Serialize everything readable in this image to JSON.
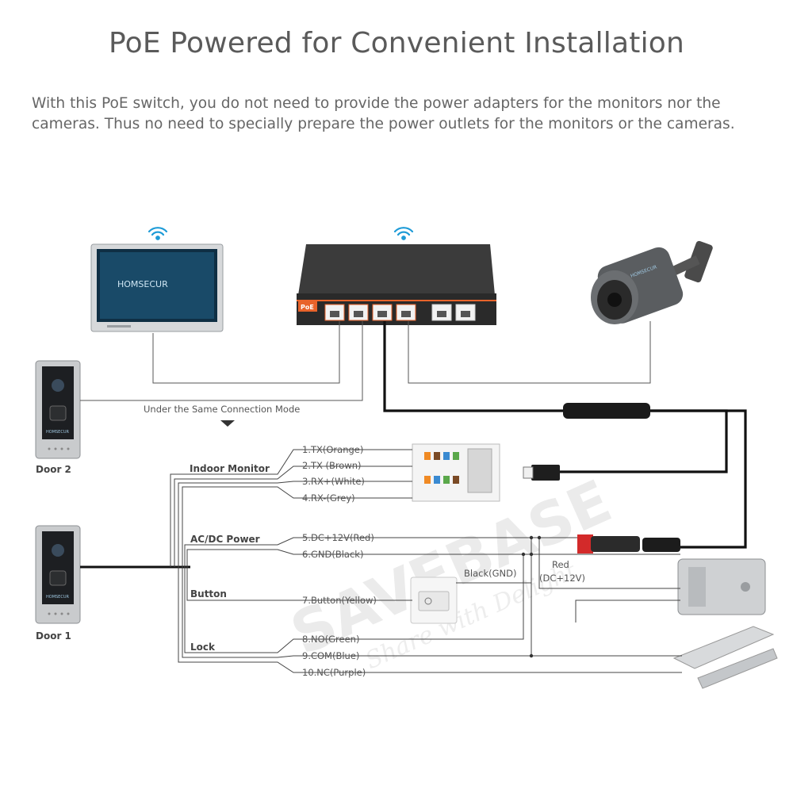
{
  "title": "PoE Powered for Convenient Installation",
  "intro_lines": [
    "With this PoE switch, you do not need to provide the power adapters for the monitors nor the",
    "cameras. Thus no need to specially prepare the power outlets for the monitors or the cameras."
  ],
  "monitor_brand": "HOMSECUR",
  "switch_badge": "PoE",
  "camera_brand": "HOMSECUR",
  "doorbell_brand": "HOMSECUR",
  "watermark": {
    "main": "SAVEBASE",
    "sub": "Share with Delight"
  },
  "door2_label": "Door 2",
  "door1_label": "Door 1",
  "same_mode_label": "Under the Same Connection Mode",
  "groups": {
    "indoor_monitor": "Indoor Monitor",
    "acdc_power": "AC/DC Power",
    "button": "Button",
    "lock": "Lock"
  },
  "wires": {
    "tx_pos": "1.TX(Orange)",
    "tx_neg": "2.TX-(Brown)",
    "rx_pos": "3.RX+(White)",
    "rx_neg": "4.RX-(Grey)",
    "dc12": "5.DC+12V(Red)",
    "gnd": "6.GND(Black)",
    "button": "7.Button(Yellow)",
    "no": "8.NO(Green)",
    "com": "9.COM(Blue)",
    "nc": "10.NC(Purple)"
  },
  "black_gnd_label": "Black(GND)",
  "red_label": "Red",
  "red_sub_label": "(DC+12V)",
  "colors": {
    "wire": "#444444",
    "thick_cable": "#111111",
    "switch_body": "#2e2e2e",
    "switch_accent": "#e8632b",
    "monitor_screen": "#1b4f6e",
    "wifi": "#1e9bd7",
    "red_connector": "#d32a2a"
  }
}
